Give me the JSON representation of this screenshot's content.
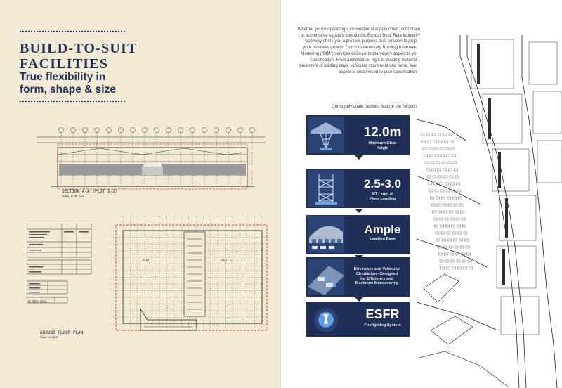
{
  "left": {
    "title_line1": "BUILD-TO-SUIT",
    "title_line2": "FACILITIES",
    "subtitle_line1": "True flexibility in",
    "subtitle_line2": "form, shape & size",
    "section_label": "SECTION A-A (PLOT 1-2)",
    "section_scale": "SCALE 1/700 (A3)",
    "ground_label": "GROUND FLOOR PLAN",
    "ground_scale": "SCALE 1/1000",
    "plot_a": "PLOT 1",
    "plot_b": "PLOT 2",
    "plinth": "PLINTH AREA"
  },
  "right": {
    "intro": "Whether you’re operating a conventional supply chain, cold chain or ecommerce logistics operations, Bandar Bukit Raja Industrial Gateway offers you a precise, purpose built solution to propel your business growth. Our complimentary Building Information Modelling (“BIM”) services allow us to plan every aspect to your specification. From architecture, right to building materials, placement of loading bays, vehicular movement and more, every aspect is customised to your specifications.",
    "lead": "Our supply chain facilities feature the following:",
    "features": [
      {
        "value": "12.0m",
        "caption1": "Minimum Clear",
        "caption2": "Height"
      },
      {
        "value": "2.5-3.0",
        "caption1": "MT / sqm of",
        "caption2": "Floor Loading"
      },
      {
        "value": "Ample",
        "caption1": "Loading Bays",
        "caption2": ""
      },
      {
        "caption1": "Driveways and Vehicular",
        "caption2": "Circulation - Designed",
        "caption3": "for Efficiency and",
        "caption4": "Maximum Maneuvering"
      },
      {
        "value": "ESFR",
        "caption1": "Firefighting System",
        "caption2": ""
      }
    ]
  },
  "colors": {
    "navy": "#1f2f57",
    "cream": "#f3ead6",
    "red_dash": "#d23a3a"
  },
  "icons": [
    "tower-icon",
    "racking-icon",
    "loading-bay-icon",
    "trucks-icon",
    "sprinkler-icon"
  ]
}
